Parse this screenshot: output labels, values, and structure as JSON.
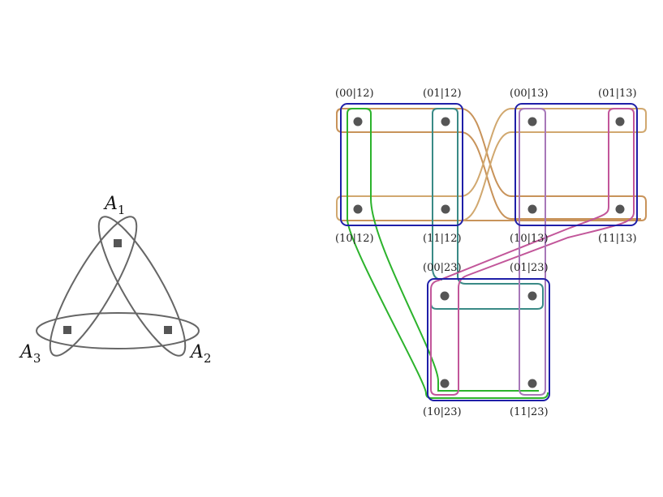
{
  "left_diagram": {
    "sets": [
      {
        "label": "A",
        "sub": "1"
      },
      {
        "label": "A",
        "sub": "2"
      },
      {
        "label": "A",
        "sub": "3"
      }
    ]
  },
  "right_diagram": {
    "nodes": {
      "g12_00": "(00|12)",
      "g12_01": "(01|12)",
      "g12_10": "(10|12)",
      "g12_11": "(11|12)",
      "g13_00": "(00|13)",
      "g13_01": "(01|13)",
      "g13_10": "(10|13)",
      "g13_11": "(11|13)",
      "g23_00": "(00|23)",
      "g23_01": "(01|23)",
      "g23_10": "(10|23)",
      "g23_11": "(11|23)"
    },
    "colors": {
      "block": "#1f1fa8",
      "orange": "#c8935a",
      "tan": "#d1a86f",
      "green": "#2cb32c",
      "teal": "#3a8a86",
      "magenta": "#c2569a",
      "violet": "#a777b8",
      "gray": "#666666",
      "dot": "#555555"
    }
  }
}
